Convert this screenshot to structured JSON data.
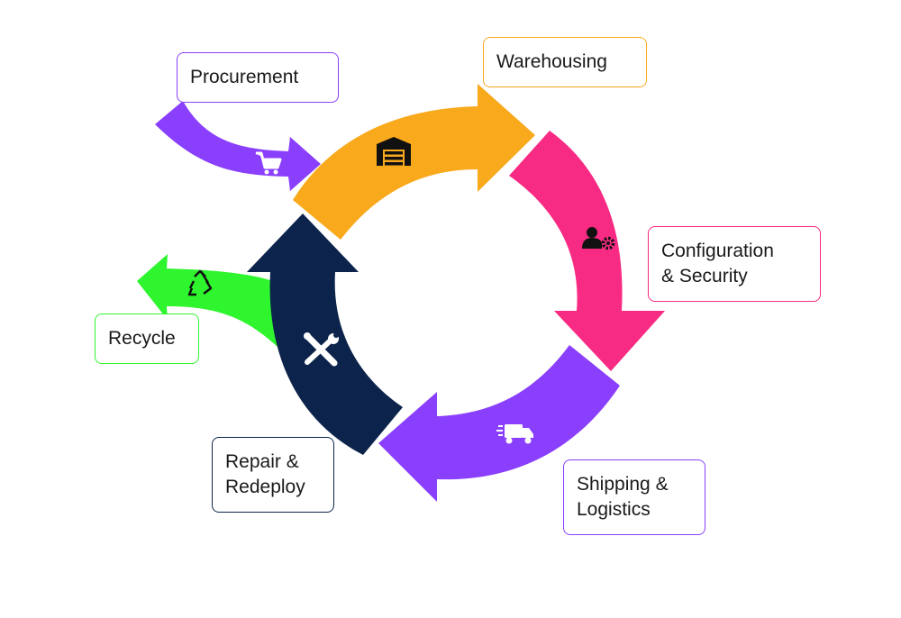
{
  "stages": [
    {
      "id": "procurement",
      "lines": [
        "Procurement"
      ],
      "color": "#8a3ffc",
      "icon": "cart-icon"
    },
    {
      "id": "warehousing",
      "lines": [
        "Warehousing"
      ],
      "color": "#f9a91c",
      "icon": "warehouse-icon"
    },
    {
      "id": "configuration",
      "lines": [
        "Configuration",
        "& Security"
      ],
      "color": "#f72b83",
      "icon": "user-gear-icon"
    },
    {
      "id": "shipping",
      "lines": [
        "Shipping &",
        "Logistics"
      ],
      "color": "#8a3ffc",
      "icon": "truck-icon"
    },
    {
      "id": "repair",
      "lines": [
        "Repair &",
        "Redeploy"
      ],
      "color": "#0c234b",
      "icon": "tools-icon"
    },
    {
      "id": "recycle",
      "lines": [
        "Recycle"
      ],
      "color": "#2ef52e",
      "icon": "recycle-icon"
    }
  ]
}
